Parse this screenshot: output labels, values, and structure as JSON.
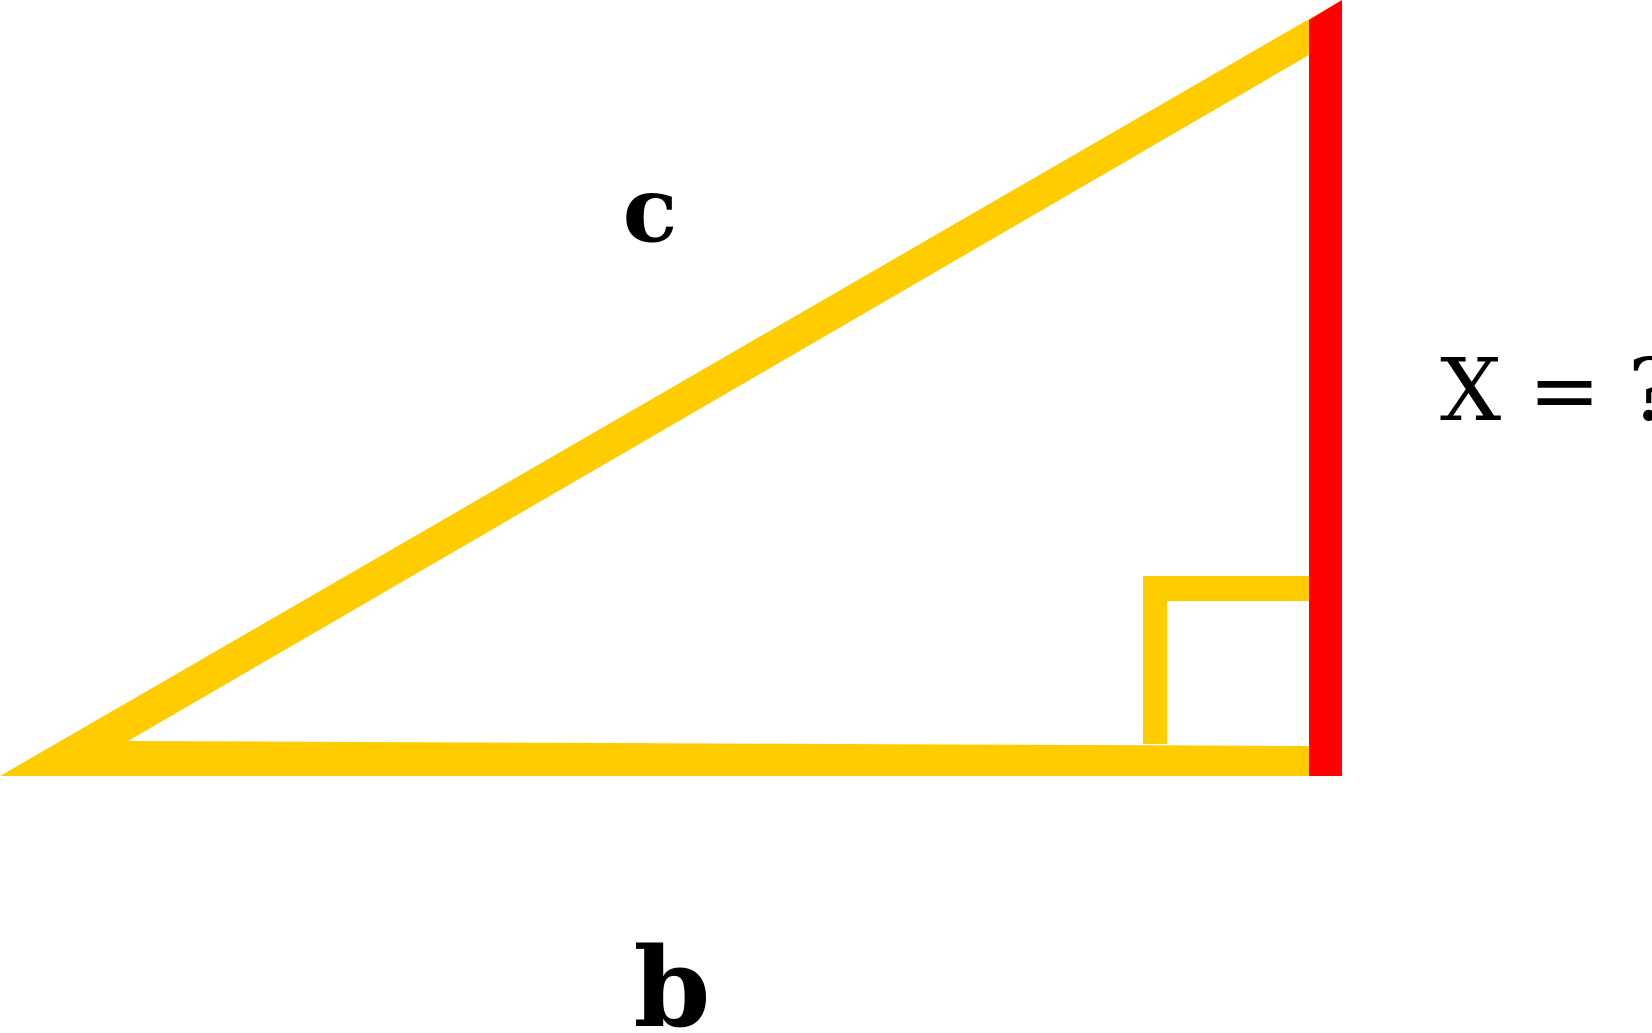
{
  "labels": {
    "hypotenuse": "c",
    "base": "b",
    "unknown_side": "X = ?"
  },
  "colors": {
    "triangle_stroke": "#FFCC00",
    "highlight_side": "#FF0000",
    "background": "#FFFFFF",
    "text": "#000000"
  },
  "diagram": {
    "shape": "right-triangle",
    "right_angle_marker": true,
    "highlighted_side": "vertical-leg"
  }
}
